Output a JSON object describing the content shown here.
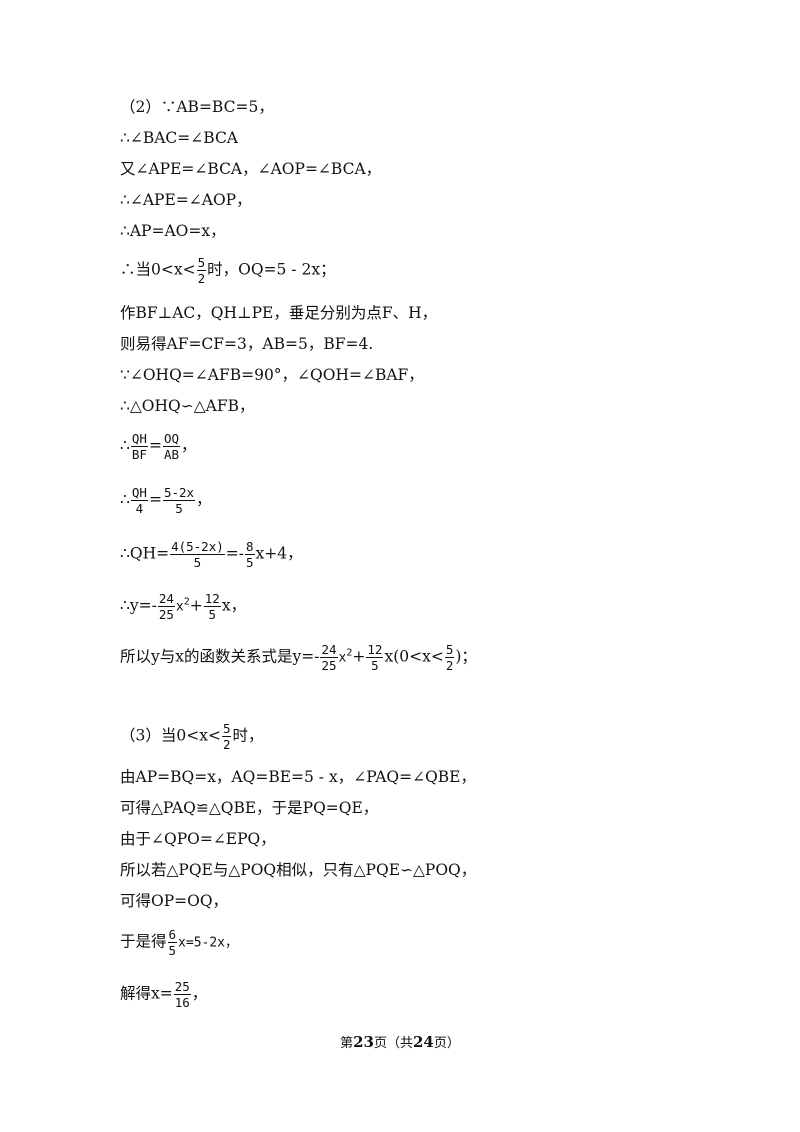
{
  "lines": {
    "l01": "（2）∵AB=BC=5，",
    "l02": "∴∠BAC=∠BCA",
    "l03": "又∠APE=∠BCA，∠AOP=∠BCA，",
    "l04": "∴∠APE=∠AOP，",
    "l05": "∴AP=AO=x，",
    "l06_pre": "∴当0<x<",
    "l06_frac_num": "5",
    "l06_frac_den": "2",
    "l06_post": "时，OQ=5 - 2x；",
    "l07": "作BF⊥AC，QH⊥PE，垂足分别为点F、H，",
    "l08": "则易得AF=CF=3，AB=5，BF=4.",
    "l09": "∵∠OHQ=∠AFB=90°，∠QOH=∠BAF，",
    "l10": "∴△OHQ∽△AFB，",
    "l11_pre": "∴",
    "l11_f1_num": "QH",
    "l11_f1_den": "BF",
    "l11_eq": "=",
    "l11_f2_num": "OQ",
    "l11_f2_den": "AB",
    "l11_post": "，",
    "l12_pre": "∴",
    "l12_f1_num": "QH",
    "l12_f1_den": "4",
    "l12_eq": "=",
    "l12_f2_num": "5-2x",
    "l12_f2_den": "5",
    "l12_post": "，",
    "l13_pre": "∴QH=",
    "l13_f1_num": "4(5-2x)",
    "l13_f1_den": "5",
    "l13_mid": "=-",
    "l13_f2_num": "8",
    "l13_f2_den": "5",
    "l13_post": "x+4，",
    "l14_pre": "∴y=-",
    "l14_f1_num": "24",
    "l14_f1_den": "25",
    "l14_x": "x",
    "l14_sup": "2",
    "l14_plus": "+",
    "l14_f2_num": "12",
    "l14_f2_den": "5",
    "l14_post": "x，",
    "l15_pre": "所以y与x的函数关系式是y=-",
    "l15_f1_num": "24",
    "l15_f1_den": "25",
    "l15_x": "x",
    "l15_sup": "2",
    "l15_plus": "+",
    "l15_f2_num": "12",
    "l15_f2_den": "5",
    "l15_mid": "x(0<x<",
    "l15_f3_num": "5",
    "l15_f3_den": "2",
    "l15_post": ")；",
    "l16_pre": "（3）当0<x<",
    "l16_frac_num": "5",
    "l16_frac_den": "2",
    "l16_post": "时，",
    "l17": "由AP=BQ=x，AQ=BE=5 - x，∠PAQ=∠QBE，",
    "l18": "可得△PAQ≌△QBE，于是PQ=QE，",
    "l19": "由于∠QPO=∠EPQ，",
    "l20": "所以若△PQE与△POQ相似，只有△PQE∽△POQ，",
    "l21": "可得OP=OQ，",
    "l22_pre": "于是得",
    "l22_frac_num": "6",
    "l22_frac_den": "5",
    "l22_post": "x=5-2x，",
    "l23_pre": "解得x=",
    "l23_frac_num": "25",
    "l23_frac_den": "16",
    "l23_post": "，"
  },
  "footer": {
    "pre": "第",
    "page": "23",
    "mid": "页（共",
    "total": "24",
    "post": "页）"
  }
}
